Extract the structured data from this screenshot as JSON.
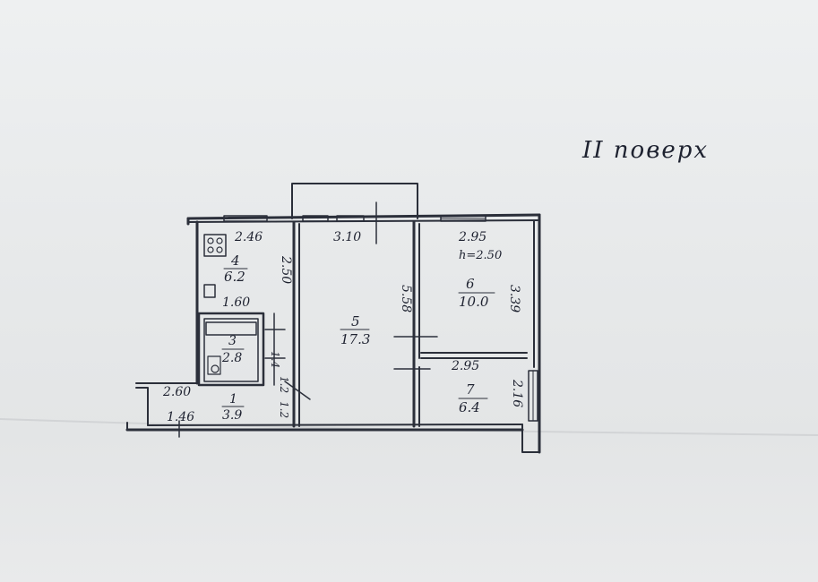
{
  "floor_label": "II поверх",
  "rooms": [
    {
      "number": "4",
      "area": "6.2"
    },
    {
      "number": "3",
      "area": "2.8"
    },
    {
      "number": "1",
      "area": "3.9"
    },
    {
      "number": "5",
      "area": "17.3"
    },
    {
      "number": "6",
      "area": "10.0"
    },
    {
      "number": "7",
      "area": "6.4"
    }
  ],
  "dimensions": {
    "d_246": "2.46",
    "d_310": "3.10",
    "d_295_top": "2.95",
    "ceiling_height": "h=2.50",
    "d_160": "1.60",
    "d_250_kitchen": "2.50",
    "d_558": "5.58",
    "d_339": "3.39",
    "d_295_mid": "2.95",
    "d_216": "2.16",
    "d_260": "2.60",
    "d_146": "1.46",
    "d_14": "1.4",
    "d_12a": "1.2",
    "d_12b": "1.2"
  }
}
